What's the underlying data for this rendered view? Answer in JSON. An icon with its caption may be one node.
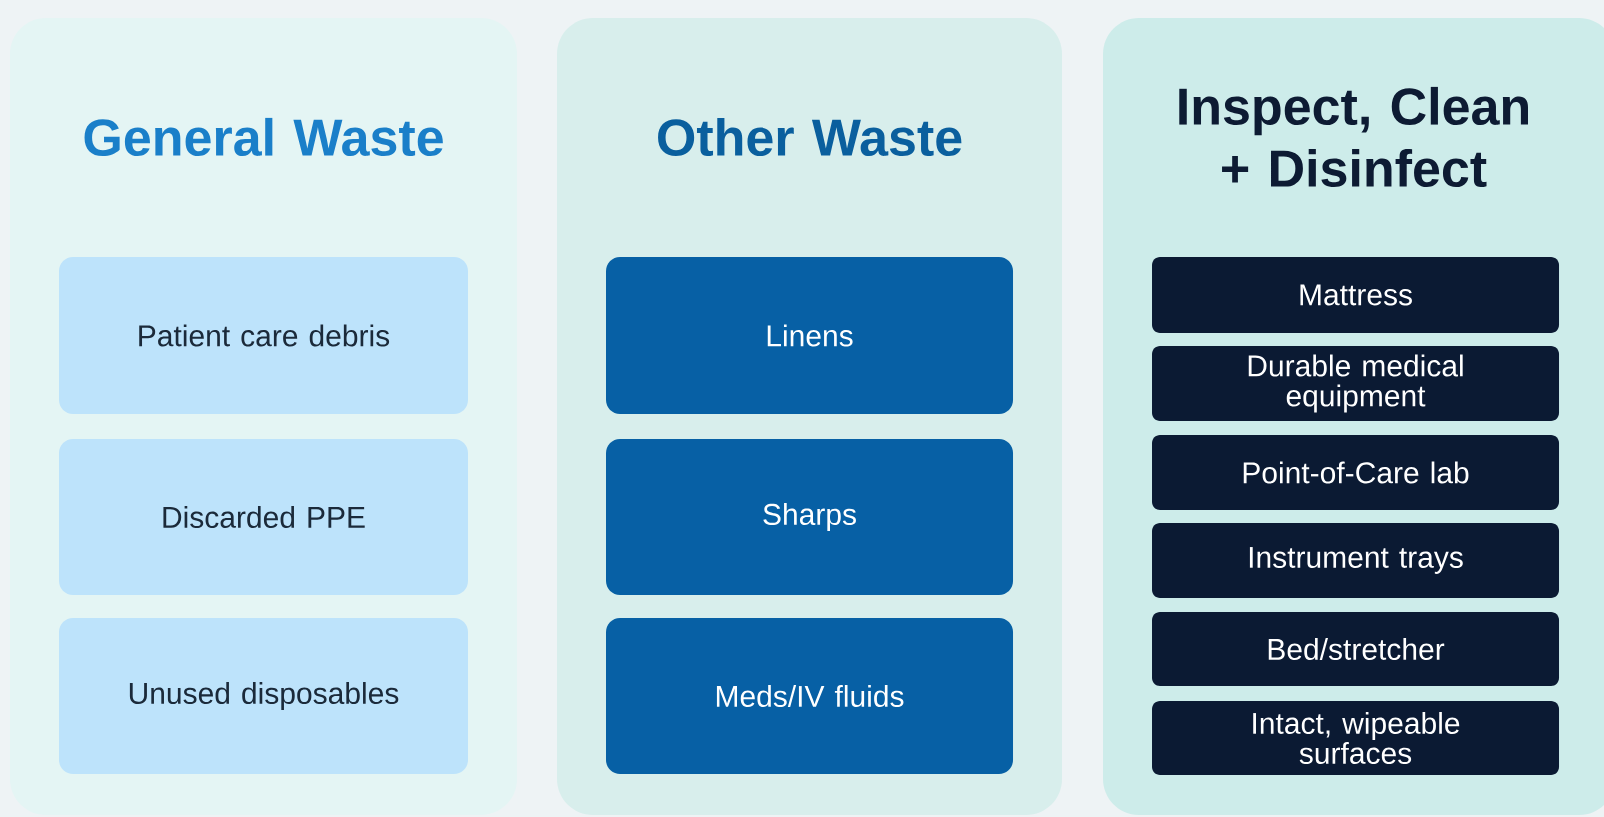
{
  "diagram": {
    "nodes": [
      {
        "text": [
          "General Waste"
        ]
      },
      {
        "text": [
          "Patient care debris"
        ],
        "in": 0
      },
      {
        "text": [
          "Discarded PPE"
        ],
        "in": 0
      },
      {
        "text": [
          "Unused disposables"
        ],
        "in": 0
      },
      {
        "text": [
          "Other Waste"
        ]
      },
      {
        "text": [
          "Linens"
        ],
        "in": 4
      },
      {
        "text": [
          "Sharps"
        ],
        "in": 4
      },
      {
        "text": [
          "Meds/IV fluids"
        ],
        "in": 4
      },
      {
        "text": [
          "Inspect, Clean + Disinfect"
        ]
      },
      {
        "text": [
          "Mattress"
        ],
        "in": 8
      },
      {
        "text": [
          "Durable medical equipment"
        ],
        "in": 8
      },
      {
        "text": [
          "Point-of-Care lab"
        ],
        "in": 8
      },
      {
        "text": [
          "Instrument trays"
        ],
        "in": 8
      },
      {
        "text": [
          "Bed/stretcher"
        ],
        "in": 8
      },
      {
        "text": [
          "Intact, wipeable surfaces"
        ],
        "in": 8
      }
    ]
  }
}
